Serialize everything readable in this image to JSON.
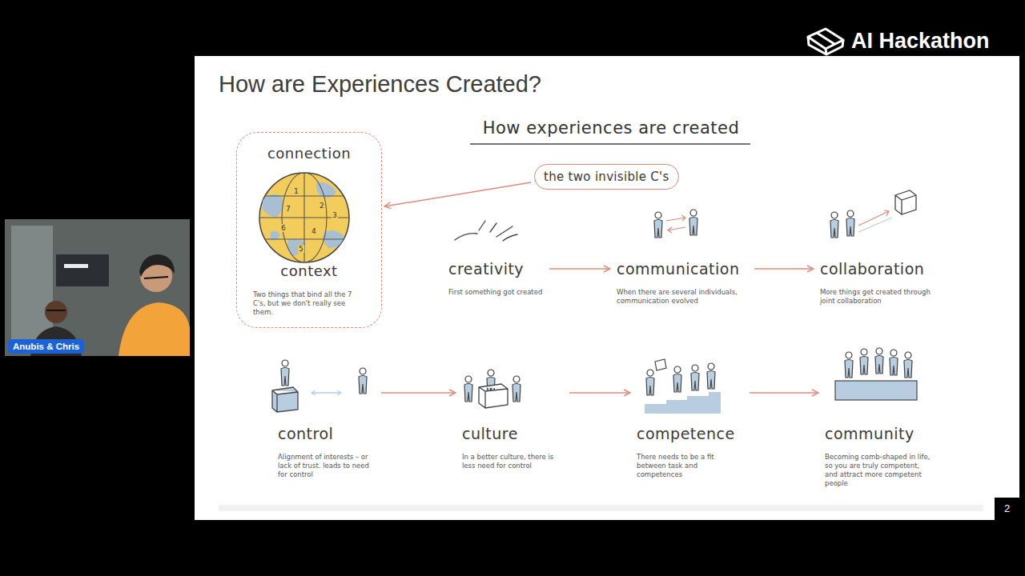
{
  "diagram": {
    "title": "How are Experiences Created?",
    "nodes": [
      {
        "text": [
          "connection",
          "context",
          "Two things that bind all the 7 C's, but we don't really see them."
        ]
      },
      {
        "text": [
          "the two invisible C's"
        ]
      },
      {
        "text": [
          "creativity",
          "First something got created"
        ]
      },
      {
        "text": [
          "communication",
          "When there are several individuals, communication evolved"
        ]
      },
      {
        "text": [
          "collaboration",
          "More things get created through joint collaboration"
        ]
      },
      {
        "text": [
          "control",
          "Alignment of interests – or lack of trust. leads to need for control"
        ]
      },
      {
        "text": [
          "culture",
          "In a better culture, there is less need for control"
        ]
      },
      {
        "text": [
          "competence",
          "There needs to be a fit between task and competences"
        ]
      },
      {
        "text": [
          "community",
          "Becoming comb-shaped in life, so you are truly competent, and attract more competent people"
        ]
      },
      {
        "text": [
          "Anubis & Chris"
        ]
      }
    ],
    "edges": [
      {
        "from": 1,
        "to": 0,
        "arrow": "to"
      },
      {
        "from": 2,
        "to": 3,
        "arrow": "to"
      },
      {
        "from": 3,
        "to": 4,
        "arrow": "to"
      },
      {
        "from": 5,
        "to": 6,
        "arrow": "to"
      },
      {
        "from": 6,
        "to": 7,
        "arrow": "to"
      },
      {
        "from": 7,
        "to": 8,
        "arrow": "to"
      }
    ],
    "labels": [
      "AI Hackathon",
      "How experiences are created",
      "1",
      "2",
      "3",
      "4",
      "5",
      "6",
      "7",
      "2"
    ]
  }
}
